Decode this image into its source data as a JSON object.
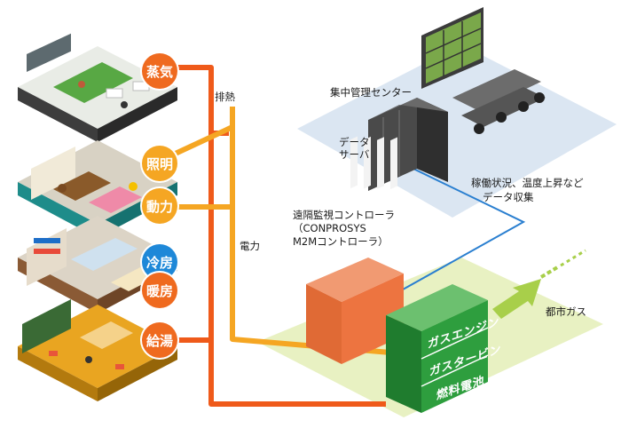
{
  "labels": {
    "central": "集中管理センター",
    "server": "データ\nサーバ",
    "exhaust_heat": "排熱",
    "electricity": "電力",
    "status_line1": "稼働状況、温度上昇など",
    "status_line2": "データ収集",
    "controller_line1": "遠隔監視コントローラ",
    "controller_line2": "（CONPROSYS",
    "controller_line3": "M2Mコントローラ）",
    "city_gas": "都市ガス"
  },
  "badges": {
    "steam": "蒸気",
    "lighting": "照明",
    "power": "動力",
    "cooling": "冷房",
    "heating": "暖房",
    "hot_water": "給湯"
  },
  "generator": {
    "engine": "ガスエンジン",
    "turbine": "ガスタービン",
    "fuel_cell": "燃料電池"
  },
  "colors": {
    "heat_line": "#ef5a1a",
    "power_line": "#f5a623",
    "data_line": "#2a7fd0",
    "generator": "#2e9e3e",
    "ground": "#e3efb6",
    "center_floor": "#dbe5f1"
  }
}
